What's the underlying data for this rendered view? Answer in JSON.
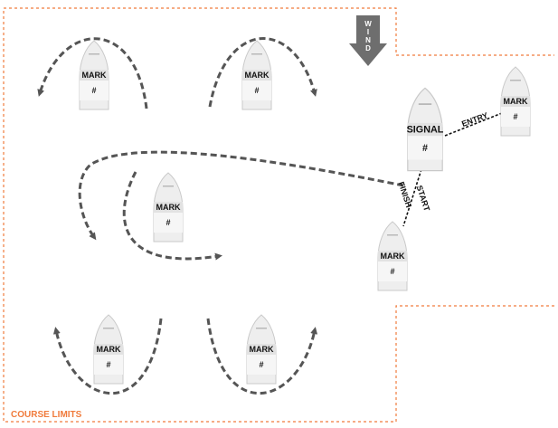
{
  "colors": {
    "course_limits": "#f07b3c",
    "path": "#555555",
    "boat_fill": "#eeeeee",
    "boat_stroke": "#c9c9c9",
    "wind_arrow": "#6e6e6e"
  },
  "wind": {
    "letters": [
      "W",
      "I",
      "N",
      "D"
    ],
    "icon": "wind-arrow-icon"
  },
  "course_limits_label": "COURSE LIMITS",
  "boats": [
    {
      "label": "MARK",
      "number": "#"
    },
    {
      "label": "MARK",
      "number": "#"
    },
    {
      "label": "MARK",
      "number": "#"
    },
    {
      "label": "SIGNAL",
      "number": "#"
    },
    {
      "label": "MARK",
      "number": "#"
    },
    {
      "label": "MARK",
      "number": "#"
    },
    {
      "label": "MARK",
      "number": "#"
    },
    {
      "label": "MARK",
      "number": "#"
    }
  ],
  "line_labels": {
    "entry": "ENTRY",
    "start": "START",
    "finish": "FINISH"
  }
}
